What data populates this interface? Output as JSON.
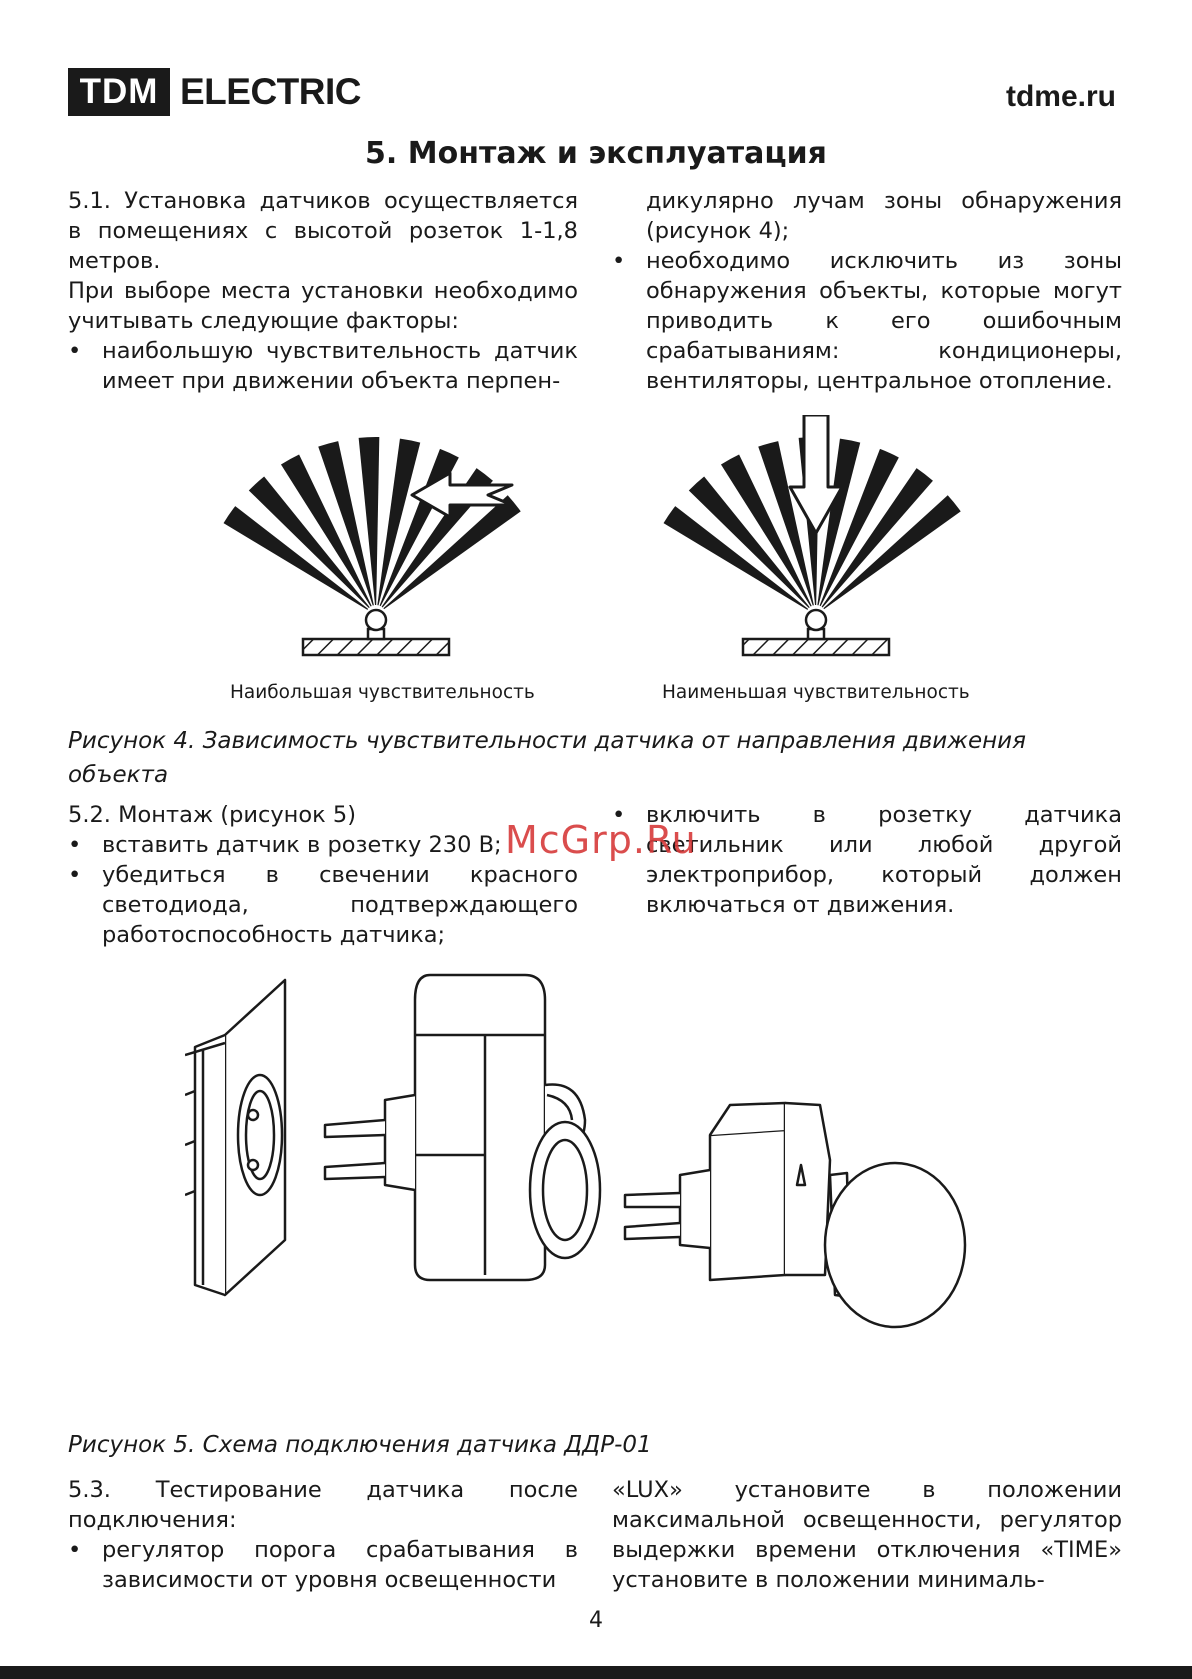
{
  "header": {
    "logo_box": "TDM",
    "logo_word": "ELECTRIC",
    "site": "tdme.ru"
  },
  "title": "5. Монтаж и эксплуатация",
  "sec51": {
    "p1": "5.1. Установка датчиков осуществляется в помещениях с высотой розеток 1-1,8 метров.",
    "p2": "При выборе места установки необходимо учитывать следующие факторы:",
    "b1_left": "наибольшую чувствительность датчик имеет при движении объекта перпен-",
    "b1_right": "дикулярно лучам зоны обнаружения (рисунок 4);",
    "b2_right": "необходимо исключить из зоны обнаружения объекты, которые могут приводить к его ошибочным срабатываниям: кондиционеры, вентиляторы, центральное отопление."
  },
  "fig4": {
    "label_left": "Наибольшая чувствительность",
    "label_right": "Наименьшая чувствительность",
    "caption": "Рисунок 4. Зависимость чувствительности датчика от направления движения объекта"
  },
  "sec52": {
    "p1": "5.2.  Монтаж (рисунок 5)",
    "b1": "вставить датчик в розетку 230 В;",
    "b2": "убедиться в свечении красного светодиода, подтверждающего работоспособность датчика;",
    "b3": "включить в розетку датчика светильник или любой другой электроприбор, который должен включаться от движения."
  },
  "watermark": "McGrp.Ru",
  "fig5": {
    "caption": "Рисунок 5. Схема подключения датчика ДДР-01"
  },
  "sec53": {
    "p1": "5.3. Тестирование датчика после подключения:",
    "b1": "регулятор порога срабатывания в зависимости от уровня освещенности",
    "right": "«LUX» установите в положении максимальной освещенности, регулятор выдержки времени отключения «TIME» установите в положении минималь-"
  },
  "page_number": "4"
}
